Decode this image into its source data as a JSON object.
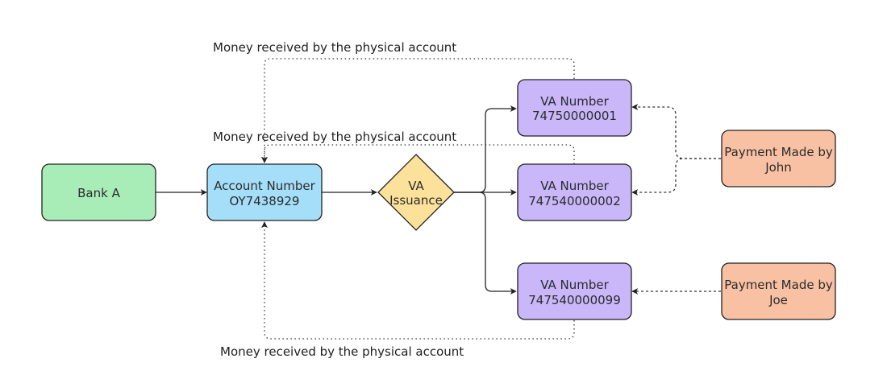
{
  "nodes": {
    "bank_a": {
      "label": "Bank A",
      "color": "#a8ecb7"
    },
    "account_number": {
      "line1": "Account Number",
      "line2": "OY7438929",
      "color": "#a5def8"
    },
    "va_issuance": {
      "line1": "VA",
      "line2": "Issuance",
      "color": "#fbe19a"
    },
    "va_1": {
      "line1": "VA Number",
      "line2": "74750000001",
      "color": "#c9b7fa"
    },
    "va_2": {
      "line1": "VA Number",
      "line2": "747540000002",
      "color": "#c9b7fa"
    },
    "va_3": {
      "line1": "VA Number",
      "line2": "747540000099",
      "color": "#c9b7fa"
    },
    "payment_john": {
      "line1": "Payment Made by",
      "line2": "John",
      "color": "#f9c1a4"
    },
    "payment_joe": {
      "line1": "Payment Made by",
      "line2": "Joe",
      "color": "#f9c1a4"
    }
  },
  "edge_labels": {
    "top": "Money received by the physical account",
    "middle": "Money received by the physical account",
    "bottom": "Money received by the physical account"
  }
}
